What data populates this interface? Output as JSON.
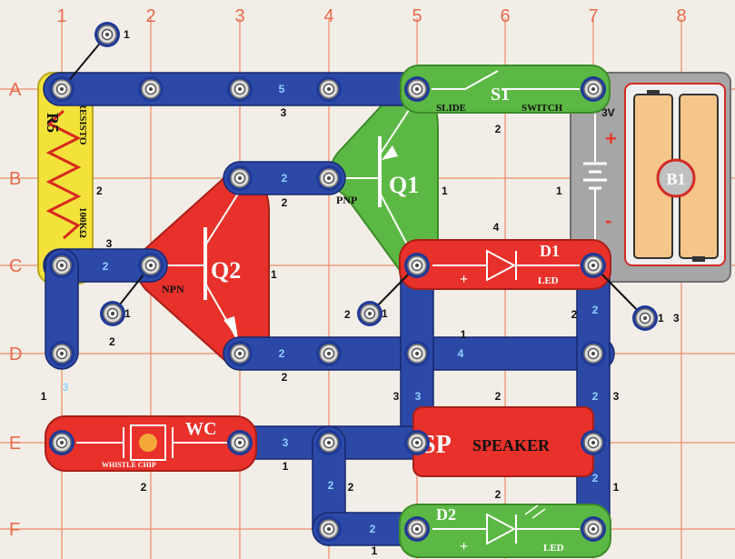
{
  "grid": {
    "columns": [
      "1",
      "2",
      "3",
      "4",
      "5",
      "6",
      "7",
      "8"
    ],
    "rows": [
      "A",
      "B",
      "C",
      "D",
      "E",
      "F"
    ]
  },
  "wires": {
    "top_a": "5",
    "top_a_side": "3",
    "r5_side": "2",
    "b_q1": "2",
    "b_q1_side": "2",
    "c_left": "2",
    "c_left_side": "3",
    "left_vert": "3",
    "left_vert_side": "1",
    "d_row_left": "2",
    "d_row_left_side": "2",
    "d_row_right": "4",
    "d_row_right_side": "1",
    "d_mid_vert": "3",
    "d_mid_vert_side": "3",
    "right_vert_top": "2",
    "right_vert_top_side": "2",
    "right_vert_mid": "2",
    "right_vert_mid_side": "3",
    "right_vert_bot": "2",
    "right_vert_bot_side": "1",
    "e_row": "3",
    "e_row_side": "1",
    "f_vert": "2",
    "f_vert_side": "2",
    "f_row": "2",
    "f_row_side": "1"
  },
  "parts": {
    "r5": {
      "name": "R5",
      "text": "RESISTO",
      "value": "100KΩ"
    },
    "s1": {
      "name": "S1",
      "left": "SLIDE",
      "right": "SWITCH",
      "level": "2"
    },
    "q1": {
      "name": "Q1",
      "type": "PNP",
      "level": "1"
    },
    "q2": {
      "name": "Q2",
      "type": "NPN",
      "level": "1"
    },
    "b1": {
      "name": "B1",
      "volt": "3V",
      "plus": "+",
      "minus": "-",
      "level": "1"
    },
    "d1": {
      "name": "D1",
      "sub": "LED",
      "plus": "+",
      "level": "4"
    },
    "wc": {
      "name": "WC",
      "sub": "WHISTLE CHIP",
      "level": "2"
    },
    "sp": {
      "name": "SP",
      "sub": "SPEAKER",
      "level": "2"
    },
    "d2": {
      "name": "D2",
      "sub": "LED",
      "plus": "+",
      "level": "2"
    }
  },
  "single_snaps": {
    "top": {
      "label": "1"
    },
    "c_down": {
      "label": "1",
      "side": "2"
    },
    "d1_left": {
      "label": "1",
      "side": "2"
    },
    "d1_right": {
      "label": "1",
      "side": "3"
    }
  }
}
